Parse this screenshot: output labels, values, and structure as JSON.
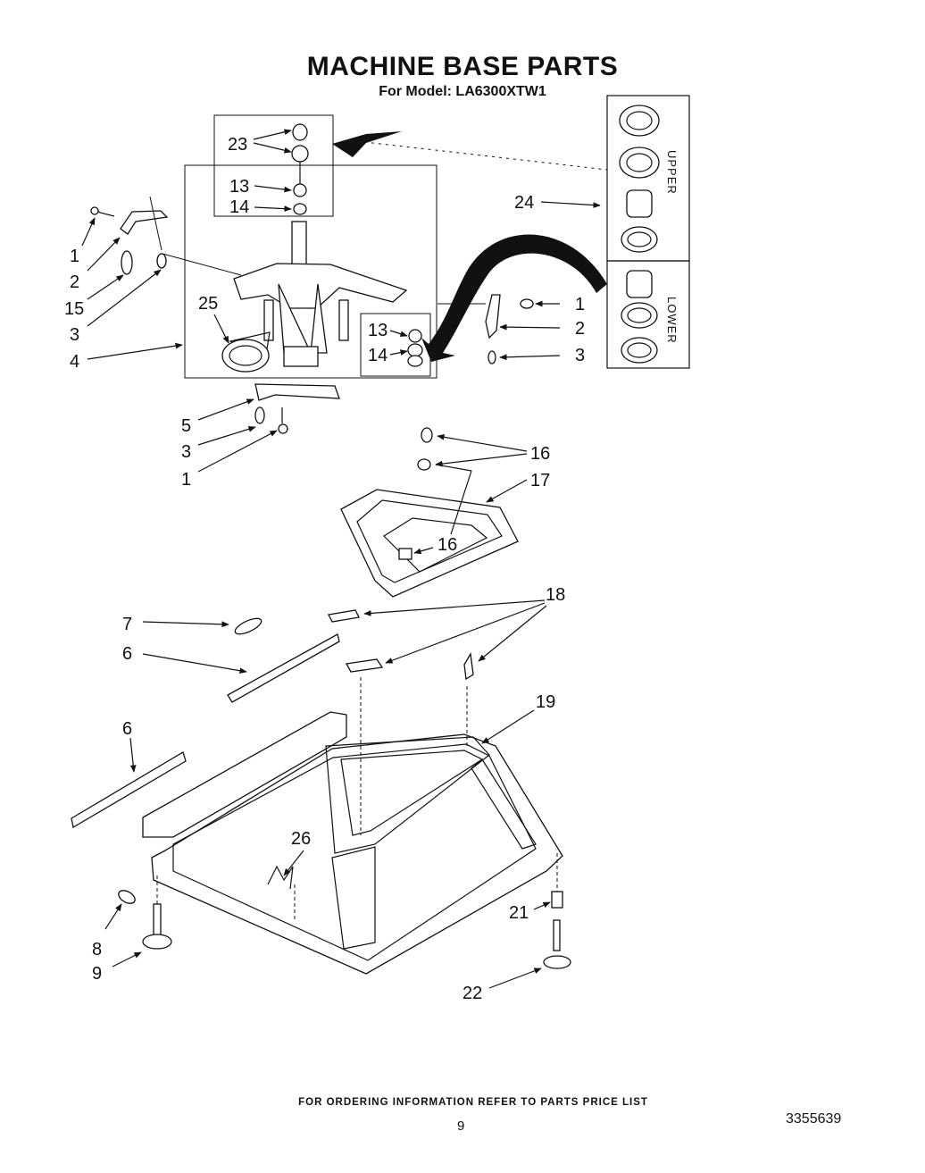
{
  "header": {
    "title": "MACHINE BASE PARTS",
    "subtitle": "For Model: LA6300XTW1"
  },
  "footer": {
    "ordering_note": "FOR ORDERING INFORMATION REFER TO PARTS PRICE LIST",
    "page_number": "9",
    "document_number": "3355639"
  },
  "inset": {
    "upper_label": "UPPER",
    "lower_label": "LOWER"
  },
  "callouts": {
    "c23": "23",
    "c13a": "13",
    "c14a": "14",
    "c24": "24",
    "c1a": "1",
    "c2a": "2",
    "c15": "15",
    "c3a": "3",
    "c25": "25",
    "c4": "4",
    "c13b": "13",
    "c14b": "14",
    "c1b": "1",
    "c2b": "2",
    "c3b": "3",
    "c5": "5",
    "c3c": "3",
    "c1c": "1",
    "c16a": "16",
    "c17": "17",
    "c16b": "16",
    "c18": "18",
    "c7": "7",
    "c6a": "6",
    "c19": "19",
    "c6b": "6",
    "c26": "26",
    "c21": "21",
    "c8": "8",
    "c9": "9",
    "c22": "22"
  }
}
